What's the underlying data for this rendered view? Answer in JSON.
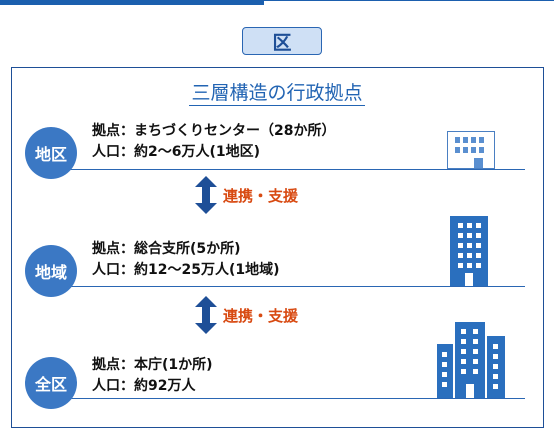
{
  "badge": "区",
  "title": "三層構造の行政拠点",
  "tiers": [
    {
      "name": "地区",
      "base": "拠点：まちづくりセンター（28か所）",
      "population": "人口：約2～6万人(1地区)",
      "building": "small-building-icon"
    },
    {
      "name": "地域",
      "base": "拠点：総合支所(5か所)",
      "population": "人口：約12～25万人(1地域)",
      "building": "medium-building-icon"
    },
    {
      "name": "全区",
      "base": "拠点：本庁(1か所)",
      "population": "人口：約92万人",
      "building": "large-building-icon"
    }
  ],
  "links": [
    {
      "label": "連携・支援"
    },
    {
      "label": "連携・支援"
    }
  ],
  "colors": {
    "accent": "#1e4f97",
    "circle": "#3b78c4",
    "link": "#d84a12",
    "badge_bg": "#cfe0f5"
  }
}
